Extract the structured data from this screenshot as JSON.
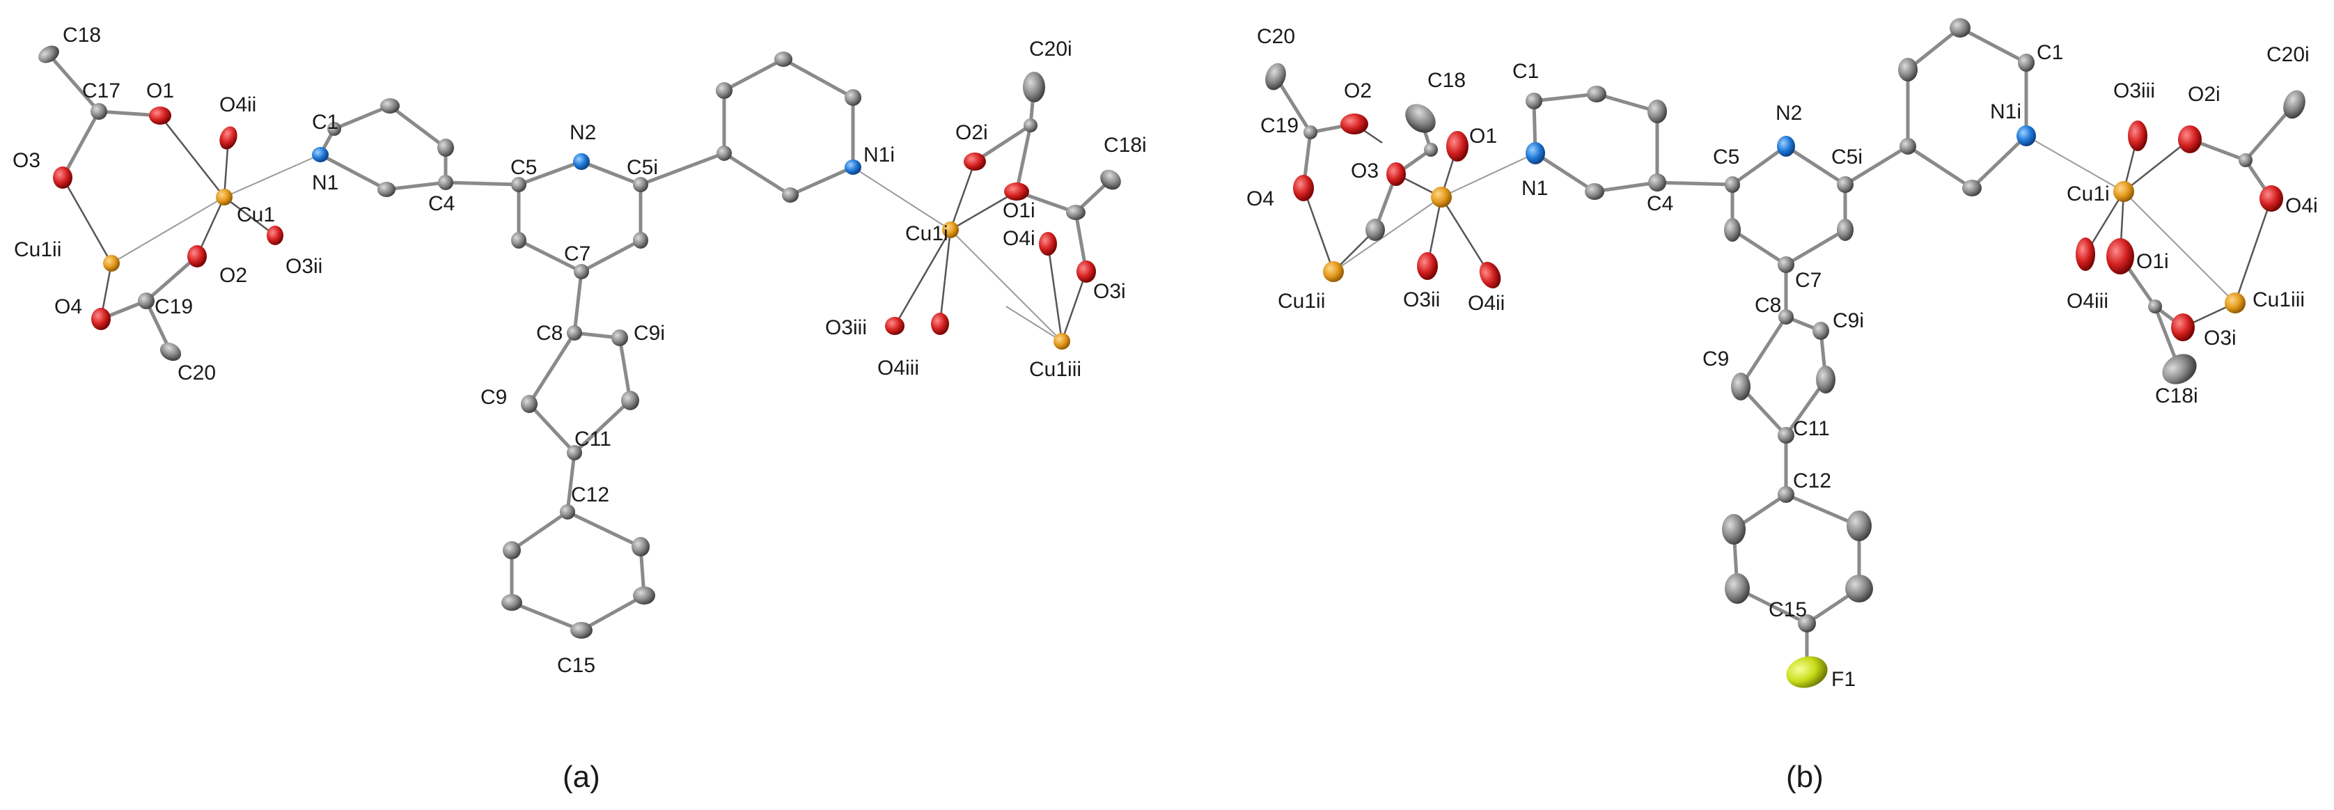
{
  "colors": {
    "carbon": "#7a7a7a",
    "oxygen": "#d42020",
    "nitrogen": "#1f78d8",
    "copper": "#e39a1c",
    "fluorine": "#c8dc18",
    "bond": "#8a8a8a"
  },
  "panel_a": {
    "caption": "(a)",
    "labels": {
      "C18": "C18",
      "C17": "C17",
      "O1": "O1",
      "O4ii": "O4ii",
      "C1": "C1",
      "O3": "O3",
      "Cu1": "Cu1",
      "N1": "N1",
      "Cu1ii": "Cu1ii",
      "O2": "O2",
      "O3ii": "O3ii",
      "O4": "O4",
      "C19": "C19",
      "C20": "C20",
      "N2": "N2",
      "C5": "C5",
      "C5i": "C5i",
      "C4": "C4",
      "C7": "C7",
      "C8": "C8",
      "C9i": "C9i",
      "C9": "C9",
      "C11": "C11",
      "C12": "C12",
      "C15": "C15",
      "N1i": "N1i",
      "O2i": "O2i",
      "C20i": "C20i",
      "C18i": "C18i",
      "Cu1i": "Cu1i",
      "O1i": "O1i",
      "O4i": "O4i",
      "O3i": "O3i",
      "O3iii": "O3iii",
      "O4iii": "O4iii",
      "Cu1iii": "Cu1iii"
    }
  },
  "panel_b": {
    "caption": "(b)",
    "labels": {
      "C20": "C20",
      "C19": "C19",
      "O2": "O2",
      "C18": "C18",
      "C1": "C1",
      "O1": "O1",
      "O4": "O4",
      "O3": "O3",
      "N1": "N1",
      "Cu1ii": "Cu1ii",
      "O3ii": "O3ii",
      "O4ii": "O4ii",
      "C4": "C4",
      "C5": "C5",
      "N2": "N2",
      "C5i": "C5i",
      "C7": "C7",
      "C8": "C8",
      "C9i": "C9i",
      "C9": "C9",
      "C11": "C11",
      "C12": "C12",
      "C15": "C15",
      "F1": "F1",
      "C1i": "C1",
      "N1i": "N1i",
      "O3iii": "O3iii",
      "O2i": "O2i",
      "C20i": "C20i",
      "Cu1i": "Cu1i",
      "O4i": "O4i",
      "O1i": "O1i",
      "O4iii": "O4iii",
      "Cu1iii": "Cu1iii",
      "O3i": "O3i",
      "C18i": "C18i"
    }
  }
}
